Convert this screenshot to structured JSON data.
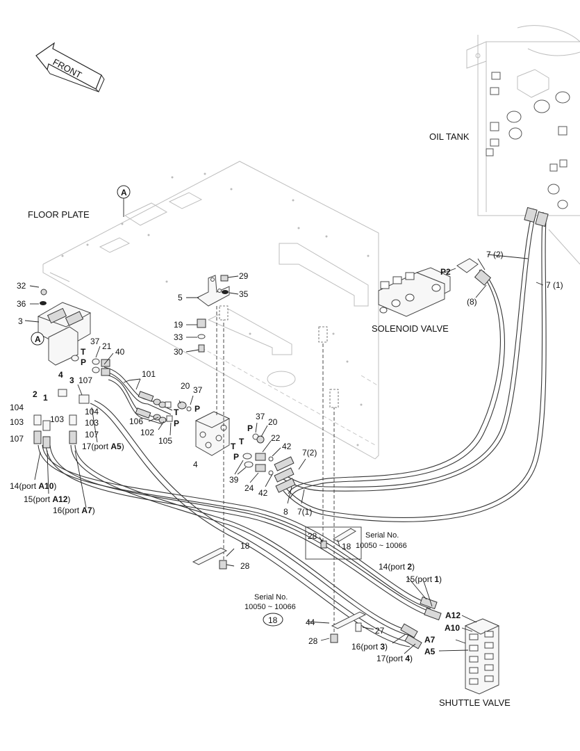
{
  "front": "FRONT",
  "components": {
    "oil_tank": "OIL TANK",
    "floor_plate": "FLOOR PLATE",
    "solenoid_valve": "SOLENOID VALVE",
    "shuttle_valve": "SHUTTLE VALVE"
  },
  "detail_marker": "A",
  "ports": {
    "P": "P",
    "T": "T",
    "P2": "P2",
    "A12": "A12",
    "A10": "A10",
    "A7": "A7",
    "A5": "A5"
  },
  "parts": {
    "p1": "1",
    "p2": "2",
    "p3": "3",
    "p4": "4",
    "p5": "5",
    "p8": "8",
    "p18": "18",
    "p19": "19",
    "p20": "20",
    "p21": "21",
    "p22": "22",
    "p24": "24",
    "p27": "27",
    "p28": "28",
    "p29": "29",
    "p30": "30",
    "p32": "32",
    "p33": "33",
    "p35": "35",
    "p36": "36",
    "p37": "37",
    "p39": "39",
    "p40": "40",
    "p42": "42",
    "p44": "44",
    "p101": "101",
    "p102": "102",
    "p103": "103",
    "p104": "104",
    "p105": "105",
    "p106": "106",
    "p107": "107"
  },
  "hose_labels": {
    "h7_2": "7 (2)",
    "h7_1": "7 (1)",
    "h8": "(8)",
    "h7_2b": "7(2)",
    "h7_1b": "7(1)",
    "h14_pre": "14(port ",
    "h14_port": "A10",
    "h14_suf": ")",
    "h15_pre": "15(port ",
    "h15_port": "A12",
    "h15_suf": ")",
    "h16_pre": "16(port ",
    "h16_port": "A7",
    "h16_suf": ")",
    "h17_pre": "17(port ",
    "h17_port": "A5",
    "h17_suf": ")",
    "h14b_pre": "14(port ",
    "h14b_port": "2",
    "h14b_suf": ")",
    "h15b_pre": "15(port ",
    "h15b_port": "1",
    "h15b_suf": ")",
    "h16b_pre": "16(port ",
    "h16b_port": "3",
    "h16b_suf": ")",
    "h17b_pre": "17(port ",
    "h17b_port": "4",
    "h17b_suf": ")"
  },
  "serial_notes": {
    "note1_line1": "Serial No.",
    "note1_line2": "10050 ~ 10066",
    "note2_line1": "Serial No.",
    "note2_line2": "10050 ~ 10066"
  }
}
